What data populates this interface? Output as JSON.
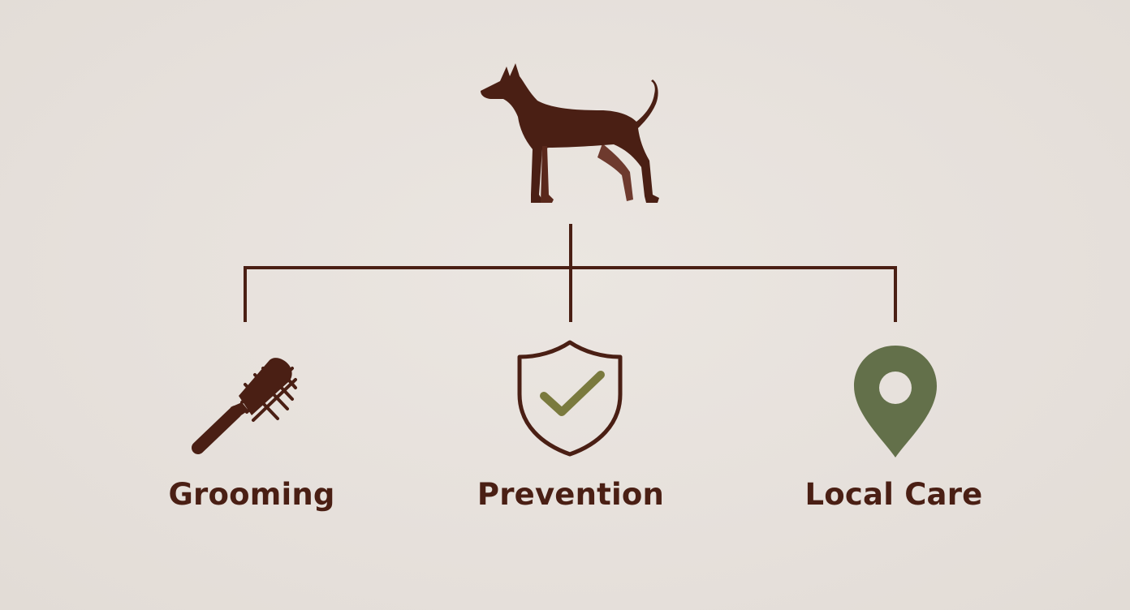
{
  "colors": {
    "background": "#e7e1dc",
    "brown": "#4a1f14",
    "green": "#63704a",
    "check": "#7a7a3e"
  },
  "diagram": {
    "root": {
      "icon": "dog-icon"
    },
    "children": [
      {
        "icon": "brush-icon",
        "label": "Grooming"
      },
      {
        "icon": "shield-check-icon",
        "label": "Prevention"
      },
      {
        "icon": "map-pin-icon",
        "label": "Local Care"
      }
    ]
  }
}
